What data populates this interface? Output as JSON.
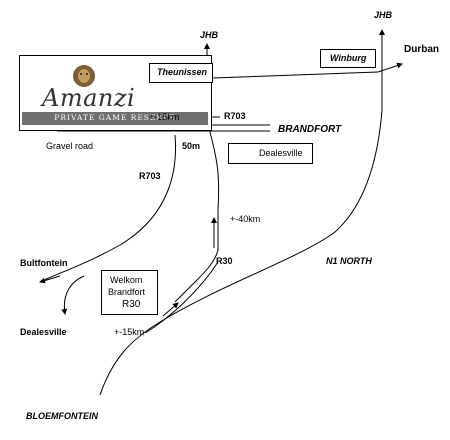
{
  "logo": {
    "wordmark": "Amanzi",
    "tagline": "PRIVATE GAME RESERVE"
  },
  "places": {
    "jhb_left": "JHB",
    "jhb_right": "JHB",
    "theunissen": "Theunissen",
    "winburg": "Winburg",
    "durban": "Durban",
    "brandfort": "BRANDFORT",
    "bultfontein": "Bultfontein",
    "dealesville": "Dealesville",
    "bloemfontein": "BLOEMFONTEIN"
  },
  "roads": {
    "r703_top": "R703",
    "r703_mid": "R703",
    "r30": "R30",
    "n1_north": "N1 NORTH",
    "gravel_road": "Gravel road"
  },
  "distances": {
    "d15_top": "+-15km",
    "d50m": "50m",
    "d40": "+-40km",
    "d15_bottom": "+-15km"
  },
  "signs": {
    "dealesville_sign": "Dealesville",
    "welkom_sign": [
      "Welkom",
      "Brandfort",
      "R30"
    ]
  }
}
